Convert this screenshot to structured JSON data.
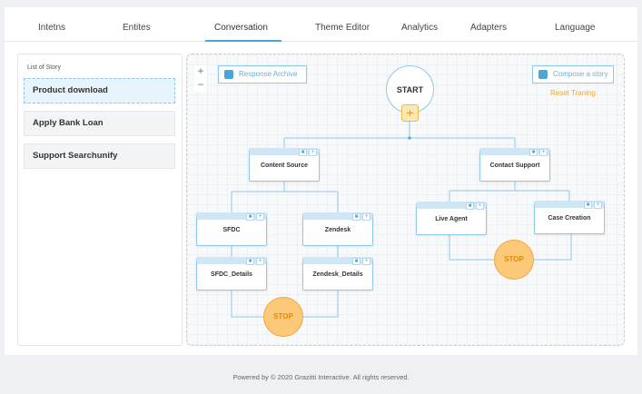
{
  "tabs": [
    {
      "label": "Intetns",
      "active": false
    },
    {
      "label": "Entites",
      "active": false
    },
    {
      "label": "Conversation",
      "active": true
    },
    {
      "label": "Theme Editor",
      "active": false
    },
    {
      "label": "Analytics",
      "active": false
    },
    {
      "label": "Adapters",
      "active": false
    },
    {
      "label": "Language",
      "active": false
    }
  ],
  "story_panel": {
    "title": "List of Story",
    "items": [
      "Product download",
      "Apply Bank Loan",
      "Support Searchunify"
    ],
    "selected_index": 0
  },
  "canvas": {
    "zoom_in": "+",
    "zoom_out": "−",
    "archive_button": "Response Archive",
    "compose_button": "Compose a story",
    "reset_link": "Reset Traning",
    "start_label": "START",
    "start_add": "+",
    "node_delete_icon": "trash-icon",
    "node_add_icon": "plus-icon",
    "node_add_glyph": "+",
    "nodes": {
      "content_source": "Content Source",
      "contact_support": "Contact Support",
      "sfdc": "SFDC",
      "zendesk": "Zendesk",
      "sfdc_details": "SFDC_Details",
      "zendesk_details": "Zendesk_Details",
      "live_agent": "Live Agent",
      "case_creation": "Case Creation"
    },
    "stop_left": "STOP",
    "stop_right": "STOP"
  },
  "colors": {
    "accent": "#4aa6d6",
    "warning": "#f5a623",
    "stop_fill": "#fbc977"
  },
  "footer": "Powered by © 2020 Grazitti Interactive. All rights reserved."
}
